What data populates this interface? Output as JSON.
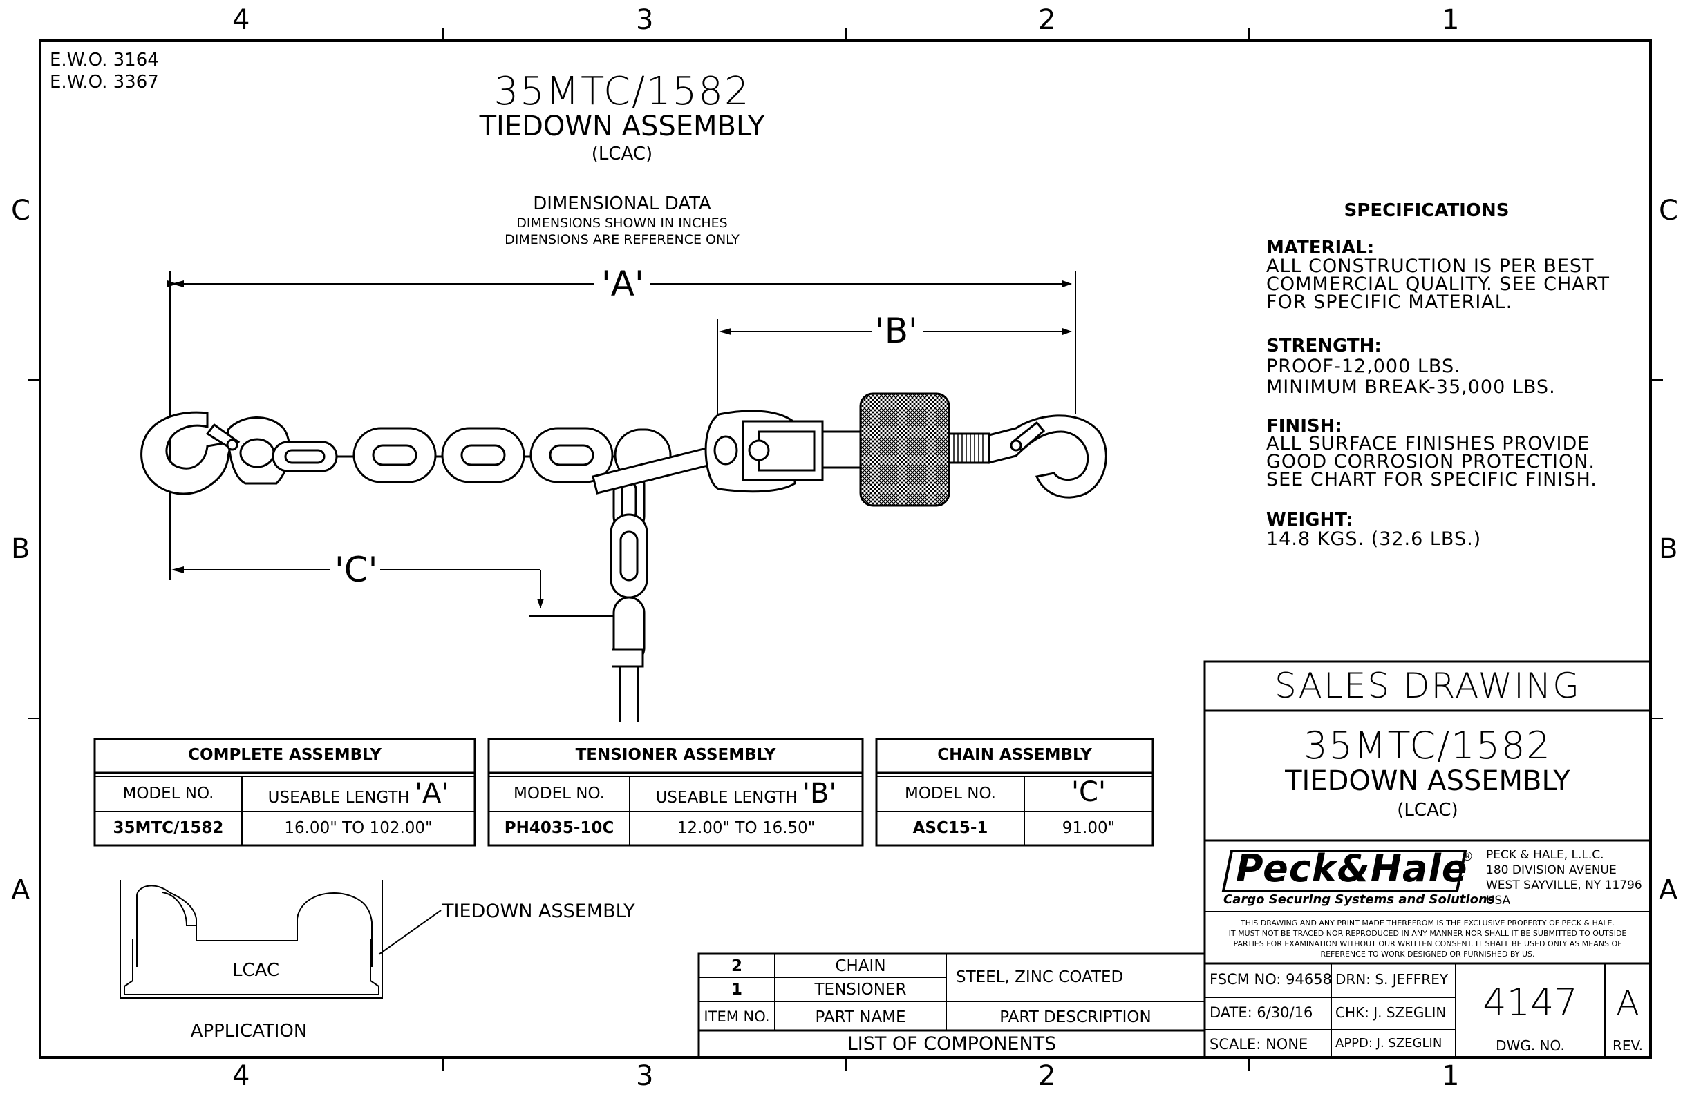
{
  "zones": {
    "columns": [
      "4",
      "3",
      "2",
      "1"
    ],
    "rows": [
      "C",
      "B",
      "A"
    ]
  },
  "ewo": [
    "E.W.O. 3164",
    "E.W.O. 3367"
  ],
  "header": {
    "model": "35MTC/1582",
    "title": "TIEDOWN ASSEMBLY",
    "subtitle": "(LCAC)"
  },
  "dimensional": {
    "title": "DIMENSIONAL DATA",
    "line1": "DIMENSIONS SHOWN IN INCHES",
    "line2": "DIMENSIONS ARE REFERENCE ONLY"
  },
  "dim_labels": {
    "a": "'A'",
    "b": "'B'",
    "c": "'C'"
  },
  "specifications": {
    "title": "SPECIFICATIONS",
    "material_h": "MATERIAL:",
    "material": [
      "ALL CONSTRUCTION IS PER BEST",
      "COMMERCIAL QUALITY. SEE CHART",
      "FOR SPECIFIC MATERIAL."
    ],
    "strength_h": "STRENGTH:",
    "strength": [
      "PROOF-12,000 LBS.",
      "MINIMUM BREAK-35,000 LBS."
    ],
    "finish_h": "FINISH:",
    "finish": [
      "ALL SURFACE FINISHES PROVIDE",
      "GOOD CORROSION PROTECTION.",
      "SEE CHART FOR SPECIFIC FINISH."
    ],
    "weight_h": "WEIGHT:",
    "weight": "14.8 KGS. (32.6 LBS.)"
  },
  "tables": {
    "complete": {
      "title": "COMPLETE ASSEMBLY",
      "col1": "MODEL NO.",
      "col2": "USEABLE LENGTH",
      "col2_mark": "'A'",
      "model": "35MTC/1582",
      "value": "16.00\" TO 102.00\""
    },
    "tensioner": {
      "title": "TENSIONER ASSEMBLY",
      "col1": "MODEL NO.",
      "col2": "USEABLE LENGTH",
      "col2_mark": "'B'",
      "model": "PH4035-10C",
      "value": "12.00\" TO 16.50\""
    },
    "chain": {
      "title": "CHAIN ASSEMBLY",
      "col1": "MODEL NO.",
      "col2_mark": "'C'",
      "model": "ASC15-1",
      "value": "91.00\""
    }
  },
  "application": {
    "callout": "TIEDOWN ASSEMBLY",
    "vehicle": "LCAC",
    "label": "APPLICATION"
  },
  "components": {
    "rows": [
      {
        "item": "2",
        "name": "CHAIN"
      },
      {
        "item": "1",
        "name": "TENSIONER"
      }
    ],
    "description": "STEEL, ZINC COATED",
    "hdr_item": "ITEM NO.",
    "hdr_name": "PART NAME",
    "hdr_desc": "PART DESCRIPTION",
    "title": "LIST OF COMPONENTS"
  },
  "title_block": {
    "sales": "SALES DRAWING",
    "model": "35MTC/1582",
    "title": "TIEDOWN ASSEMBLY",
    "subtitle": "(LCAC)",
    "logo": "Peck&Hale",
    "logo_reg": "®",
    "tagline": "Cargo Securing Systems and Solutions",
    "address": [
      "PECK & HALE, L.L.C.",
      "180 DIVISION AVENUE",
      "WEST SAYVILLE, NY 11796",
      "USA"
    ],
    "notice": [
      "THIS DRAWING AND ANY PRINT MADE THEREFROM IS THE EXCLUSIVE PROPERTY OF PECK & HALE.",
      "IT MUST NOT BE TRACED NOR REPRODUCED IN ANY MANNER NOR SHALL IT BE SUBMITTED TO OUTSIDE",
      "PARTIES FOR EXAMINATION WITHOUT OUR WRITTEN CONSENT. IT SHALL BE USED ONLY AS MEANS OF",
      "REFERENCE TO WORK DESIGNED OR FURNISHED BY US."
    ],
    "fscm": "FSCM NO: 94658",
    "date": "DATE: 6/30/16",
    "scale": "SCALE: NONE",
    "drn": "DRN: S. JEFFREY",
    "chk": "CHK: J. SZEGLIN",
    "appd": "APPD: J. SZEGLIN",
    "dwg_no": "4147",
    "dwg_label": "DWG. NO.",
    "rev": "A",
    "rev_label": "REV."
  }
}
